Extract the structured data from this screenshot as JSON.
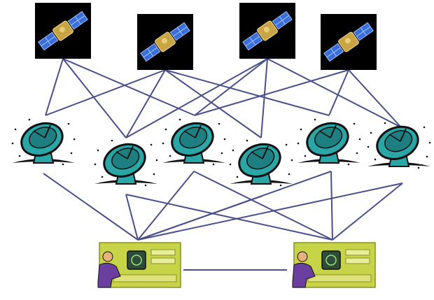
{
  "diagram": {
    "link_color": "#4a4f8a",
    "satellite_bg": "#000000",
    "dish_color": "#2aa6a6",
    "station_color": "#c8d448",
    "nodes": {
      "satellites": [
        "sat-1",
        "sat-2",
        "sat-3",
        "sat-4"
      ],
      "dishes": [
        "dish-1",
        "dish-2",
        "dish-3",
        "dish-4",
        "dish-5",
        "dish-6"
      ],
      "stations": [
        "station-1",
        "station-2"
      ]
    },
    "links": [
      [
        "sat-1",
        "dish-1"
      ],
      [
        "sat-1",
        "dish-2"
      ],
      [
        "sat-1",
        "dish-3"
      ],
      [
        "sat-2",
        "dish-1"
      ],
      [
        "sat-2",
        "dish-2"
      ],
      [
        "sat-2",
        "dish-4"
      ],
      [
        "sat-2",
        "dish-5"
      ],
      [
        "sat-3",
        "dish-2"
      ],
      [
        "sat-3",
        "dish-3"
      ],
      [
        "sat-3",
        "dish-4"
      ],
      [
        "sat-3",
        "dish-6"
      ],
      [
        "sat-4",
        "dish-3"
      ],
      [
        "sat-4",
        "dish-5"
      ],
      [
        "sat-4",
        "dish-6"
      ],
      [
        "dish-1",
        "station-1"
      ],
      [
        "dish-2",
        "station-1"
      ],
      [
        "dish-2",
        "station-2"
      ],
      [
        "dish-3",
        "station-1"
      ],
      [
        "dish-3",
        "station-2"
      ],
      [
        "dish-4",
        "station-1"
      ],
      [
        "dish-5",
        "station-1"
      ],
      [
        "dish-5",
        "station-2"
      ],
      [
        "dish-6",
        "station-1"
      ],
      [
        "dish-6",
        "station-2"
      ],
      [
        "station-1",
        "station-2"
      ]
    ]
  }
}
